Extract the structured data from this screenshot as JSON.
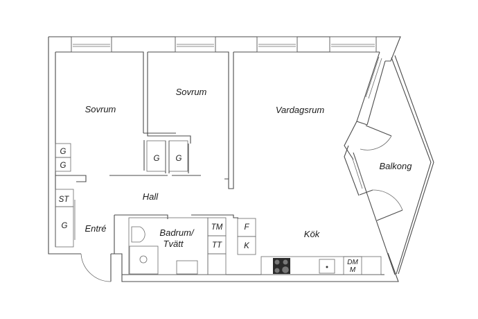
{
  "plan": {
    "type": "apartment floor plan",
    "rooms": {
      "bedroom_1": "Sovrum",
      "bedroom_2": "Sovrum",
      "living_room": "Vardagsrum",
      "balcony": "Balkong",
      "hall": "Hall",
      "entrance": "Entré",
      "bathroom_line1": "Badrum/",
      "bathroom_line2": "Tvätt",
      "kitchen": "Kök"
    },
    "fixtures": {
      "wardrobe_1": "G",
      "wardrobe_2": "G",
      "wardrobe_3": "G",
      "wardrobe_4": "G",
      "wardrobe_5": "G",
      "storage": "ST",
      "washing_machine": "TM",
      "tumble_dryer": "TT",
      "freezer": "F",
      "fridge": "K",
      "dishwasher_line1": "DM",
      "dishwasher_line2": "M"
    }
  }
}
